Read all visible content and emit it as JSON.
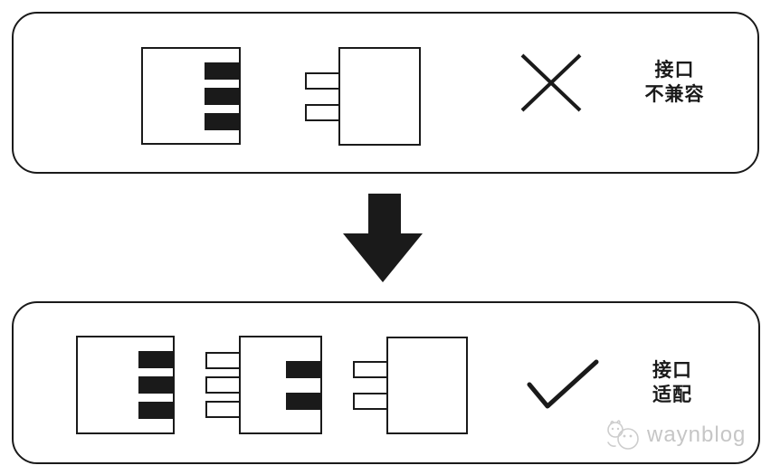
{
  "page": {
    "background": "#ffffff",
    "line_color": "#1a1a1a",
    "watermark_color": "#c6c6c6"
  },
  "top_panel": {
    "meaning": "interfaces do not match",
    "status_icon": "x-mark-icon",
    "label": {
      "line1": "接口",
      "line2": "不兼容"
    },
    "socket_slot_count": 3,
    "plug_prong_count": 2
  },
  "arrow": {
    "icon": "down-arrow-icon",
    "direction": "down"
  },
  "bottom_panel": {
    "meaning": "adapter placed between socket and plug",
    "status_icon": "check-mark-icon",
    "label": {
      "line1": "接口",
      "line2": "适配"
    },
    "socket_slot_count": 3,
    "adapter_prong_count": 3,
    "adapter_slot_count": 2,
    "plug_prong_count": 2
  },
  "watermark": {
    "icon": "doodle-mascot-icon",
    "text": "waynblog"
  }
}
